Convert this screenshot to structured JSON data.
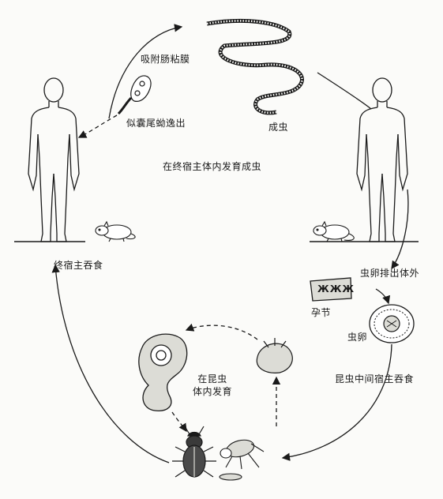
{
  "labels": {
    "attach": "吸附肠粘膜",
    "cysticercoid_escape": "似囊尾蚴逸出",
    "adult": "成虫",
    "develop_adult": "在终宿主体内发育成虫",
    "final_host_swallow": "终宿主吞食",
    "eggs_excreted": "虫卵排出体外",
    "gravid_segment": "孕节",
    "egg": "虫卵",
    "insect_swallow": "昆虫中间宿主吞食",
    "develop_in_insect_line1": "在昆虫",
    "develop_in_insect_line2": "体内发育",
    "segment_stamp": "ЖЖЖ"
  },
  "colors": {
    "ink": "#1a1a1a",
    "fill": "#dcdcd6",
    "paper": "#fbfbf9"
  }
}
